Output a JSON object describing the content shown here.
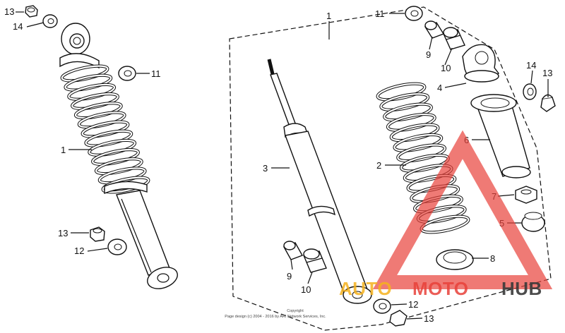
{
  "callouts": {
    "p1_left": "1",
    "p1_top": "1",
    "p2": "2",
    "p3": "3",
    "p4": "4",
    "p5": "5",
    "p6": "6",
    "p7": "7",
    "p8": "8",
    "p9_top": "9",
    "p9_bottom": "9",
    "p10_top": "10",
    "p10_bottom": "10",
    "p11_left": "11",
    "p11_top": "11",
    "p12_left": "12",
    "p12_bottom": "12",
    "p13_left_top": "13",
    "p13_left_bottom": "13",
    "p13_right_top": "13",
    "p13_right_bottom": "13",
    "p14_left": "14",
    "p14_right": "14"
  },
  "watermark": {
    "auto": "AUTO",
    "moto": "MOTO",
    "hub": "HUB",
    "colors": {
      "triangle": "#e8413a",
      "auto": "#f5b21e",
      "moto": "#e8413a",
      "hub": "#3a3a3a"
    }
  },
  "copyright": {
    "line1": "Copyright",
    "line2": "Page design (c) 2004 - 2016 by ARI Network Services, Inc."
  }
}
